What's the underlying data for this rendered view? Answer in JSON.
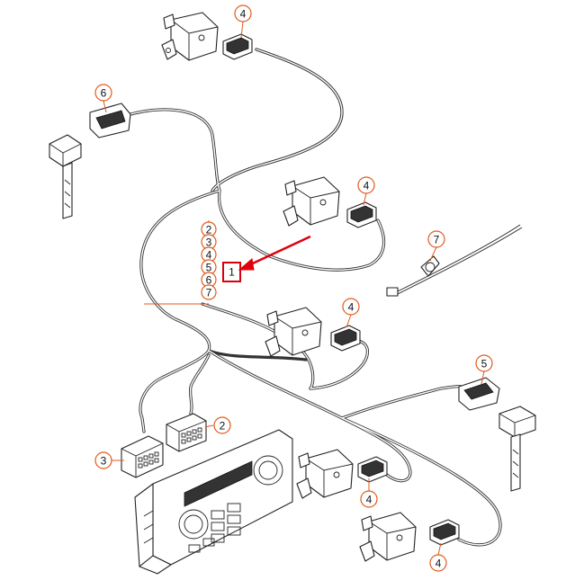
{
  "diagram": {
    "callouts": {
      "top_actuator": "4",
      "left_sensor": "6",
      "mid_actuator": "4",
      "strap": "7",
      "lower_actuator": "4",
      "right_sensor": "5",
      "connector_a": "2",
      "connector_b": "3",
      "bottom_actuator_1": "4",
      "bottom_actuator_2": "4"
    },
    "stack": [
      "2",
      "3",
      "4",
      "5",
      "6",
      "7"
    ],
    "highlight_label": "1",
    "colors": {
      "callout_stroke": "#e05a1e",
      "highlight": "#d8000c",
      "arrow": "#e0000c",
      "line": "#222222"
    }
  }
}
